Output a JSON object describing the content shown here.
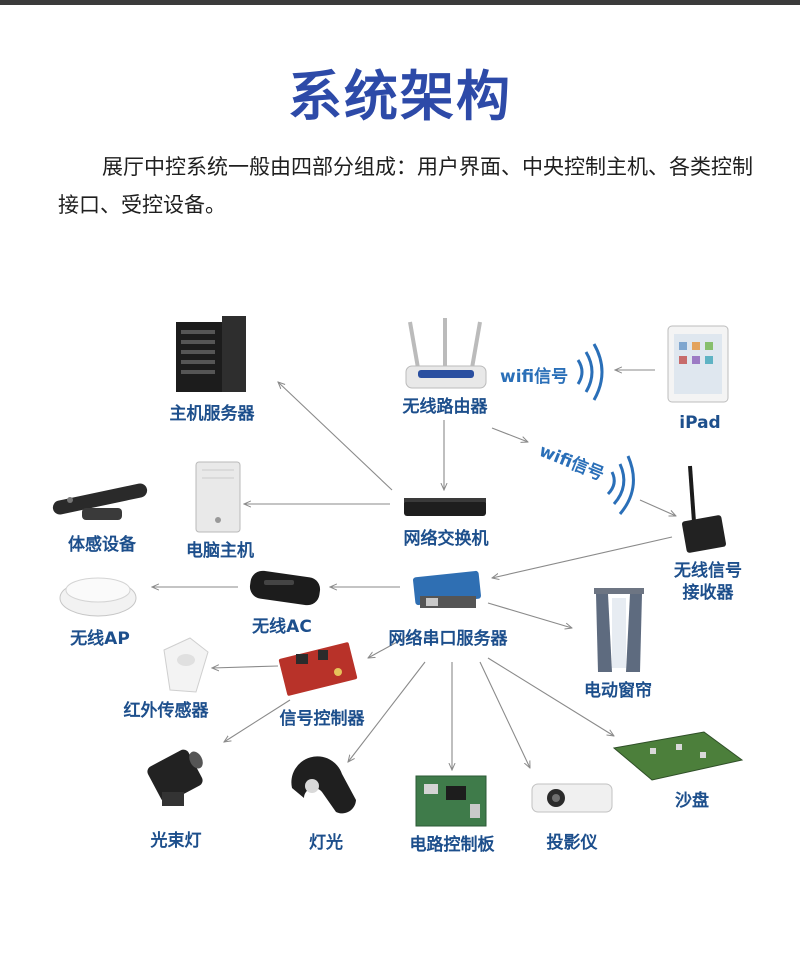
{
  "title": "系统架构",
  "intro": "展厅中控系统一般由四部分组成：用户界面、中央控制主机、各类控制接口、受控设备。",
  "nodes": {
    "host_server": "主机服务器",
    "router": "无线路由器",
    "ipad": "iPad",
    "wifi1": "wifi信号",
    "wifi2": "wifi信号",
    "motion": "体感设备",
    "pc_host": "电脑主机",
    "switch": "网络交换机",
    "receiver_line1": "无线信号",
    "receiver_line2": "接收器",
    "wireless_ap": "无线AP",
    "wireless_ac": "无线AC",
    "serial_server": "网络串口服务器",
    "curtain": "电动窗帘",
    "ir_sensor": "红外传感器",
    "signal_ctrl": "信号控制器",
    "sandtable": "沙盘",
    "beam_light": "光束灯",
    "light": "灯光",
    "circuit_board": "电路控制板",
    "projector": "投影仪"
  },
  "colors": {
    "title": "#2d4aa8",
    "label": "#1d4f8c",
    "wifi": "#2a6fb8"
  }
}
